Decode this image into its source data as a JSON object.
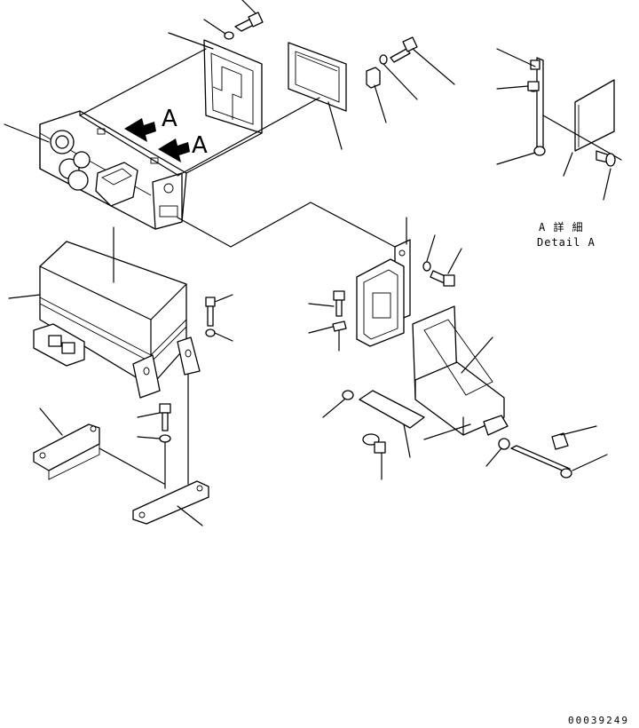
{
  "view_arrows": [
    "A",
    "A"
  ],
  "detail_label": {
    "japanese": "A 詳 細",
    "english": "Detail A"
  },
  "drawing_number": "00039249"
}
